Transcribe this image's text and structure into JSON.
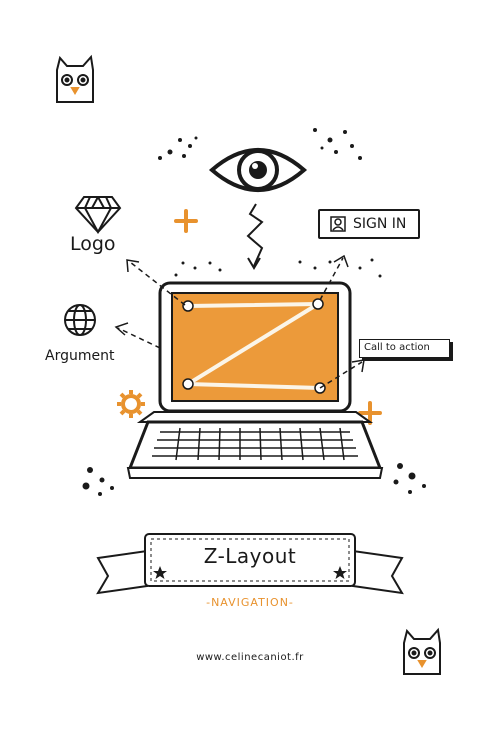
{
  "labels": {
    "logo": "Logo",
    "argument": "Argument",
    "sign_in": "SIGN IN",
    "call_to_action": "Call to action"
  },
  "banner": {
    "title": "Z-Layout",
    "subtitle": "-NAVIGATION-"
  },
  "footer": {
    "website": "www.celinecaniot.fr"
  },
  "colors": {
    "accent": "#e8922e",
    "ink": "#1a1a1a",
    "screen": "#ec9a3a"
  },
  "icons": [
    "cat-icon",
    "eye-icon",
    "diamond-icon",
    "globe-icon",
    "gear-icon",
    "plus-icon",
    "user-icon",
    "laptop-icon",
    "star-icon"
  ]
}
